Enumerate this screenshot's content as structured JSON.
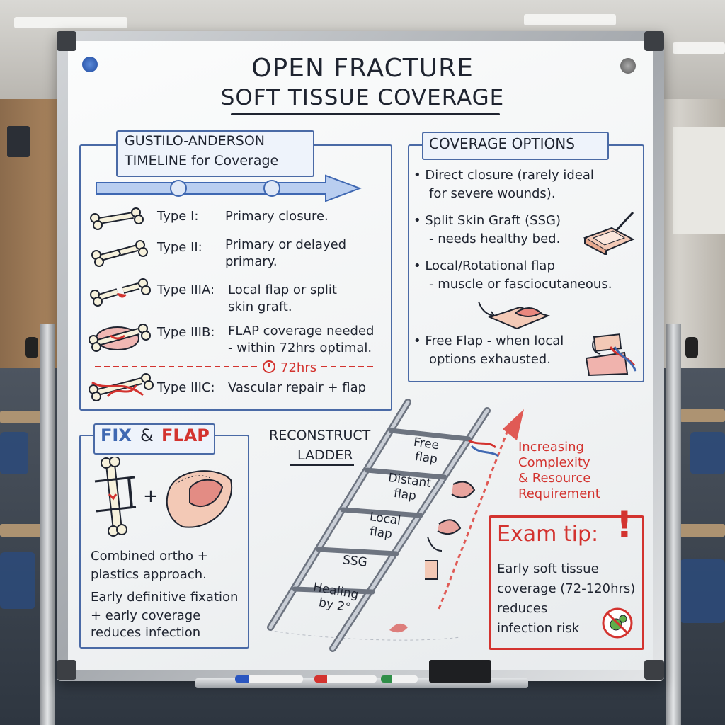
{
  "title": {
    "line1": "OPEN FRACTURE",
    "line2": "SOFT TISSUE COVERAGE"
  },
  "timeline": {
    "heading_line1": "GUSTILO-ANDERSON",
    "heading_line2": "TIMELINE for Coverage",
    "types": [
      {
        "label": "Type I:",
        "desc": [
          "Primary closure."
        ]
      },
      {
        "label": "Type II:",
        "desc": [
          "Primary or delayed",
          "primary."
        ]
      },
      {
        "label": "Type IIIA:",
        "desc": [
          "Local flap or split",
          "skin graft."
        ]
      },
      {
        "label": "Type IIIB:",
        "desc": [
          "FLAP coverage needed",
          "- within 72hrs optimal."
        ]
      },
      {
        "label": "Type IIIC:",
        "desc": [
          "Vascular repair + flap"
        ]
      }
    ],
    "deadline_label": "72hrs"
  },
  "coverage": {
    "heading": "COVERAGE OPTIONS",
    "items": [
      {
        "line1": "• Direct closure (rarely ideal",
        "line2": "for severe wounds)."
      },
      {
        "line1": "• Split Skin Graft (SSG)",
        "line2": "- needs healthy bed."
      },
      {
        "line1": "• Local/Rotational flap",
        "line2": "- muscle or fasciocutaneous."
      },
      {
        "line1": "• Free Flap - when local",
        "line2": "options exhausted."
      }
    ]
  },
  "fixflap": {
    "fix": "FIX",
    "amp": "&",
    "flap": "FLAP",
    "plus": "+",
    "lines": [
      "Combined ortho +",
      "plastics approach.",
      "Early definitive fixation",
      "+ early coverage",
      "reduces infection"
    ]
  },
  "ladder": {
    "heading_line1": "RECONSTRUCT",
    "heading_line2": "LADDER",
    "rungs": [
      {
        "line1": "Free",
        "line2": "flap"
      },
      {
        "line1": "Distant",
        "line2": "flap"
      },
      {
        "line1": "Local",
        "line2": "flap"
      },
      {
        "line1": "SSG",
        "line2": ""
      },
      {
        "line1": "Healing",
        "line2": "by 2°"
      }
    ],
    "arrow_line1": "Increasing",
    "arrow_line2": "Complexity",
    "arrow_line3": "& Resource",
    "arrow_line4": "Requirement"
  },
  "tip": {
    "heading": "Exam tip:",
    "bang": "!",
    "lines": [
      "Early soft tissue",
      "coverage (72-120hrs)",
      "reduces",
      "infection risk"
    ]
  },
  "colors": {
    "ink": "#1f2430",
    "red": "#d3332f",
    "blue": "#3f68b2",
    "accent_box": "#4a6aa6"
  }
}
